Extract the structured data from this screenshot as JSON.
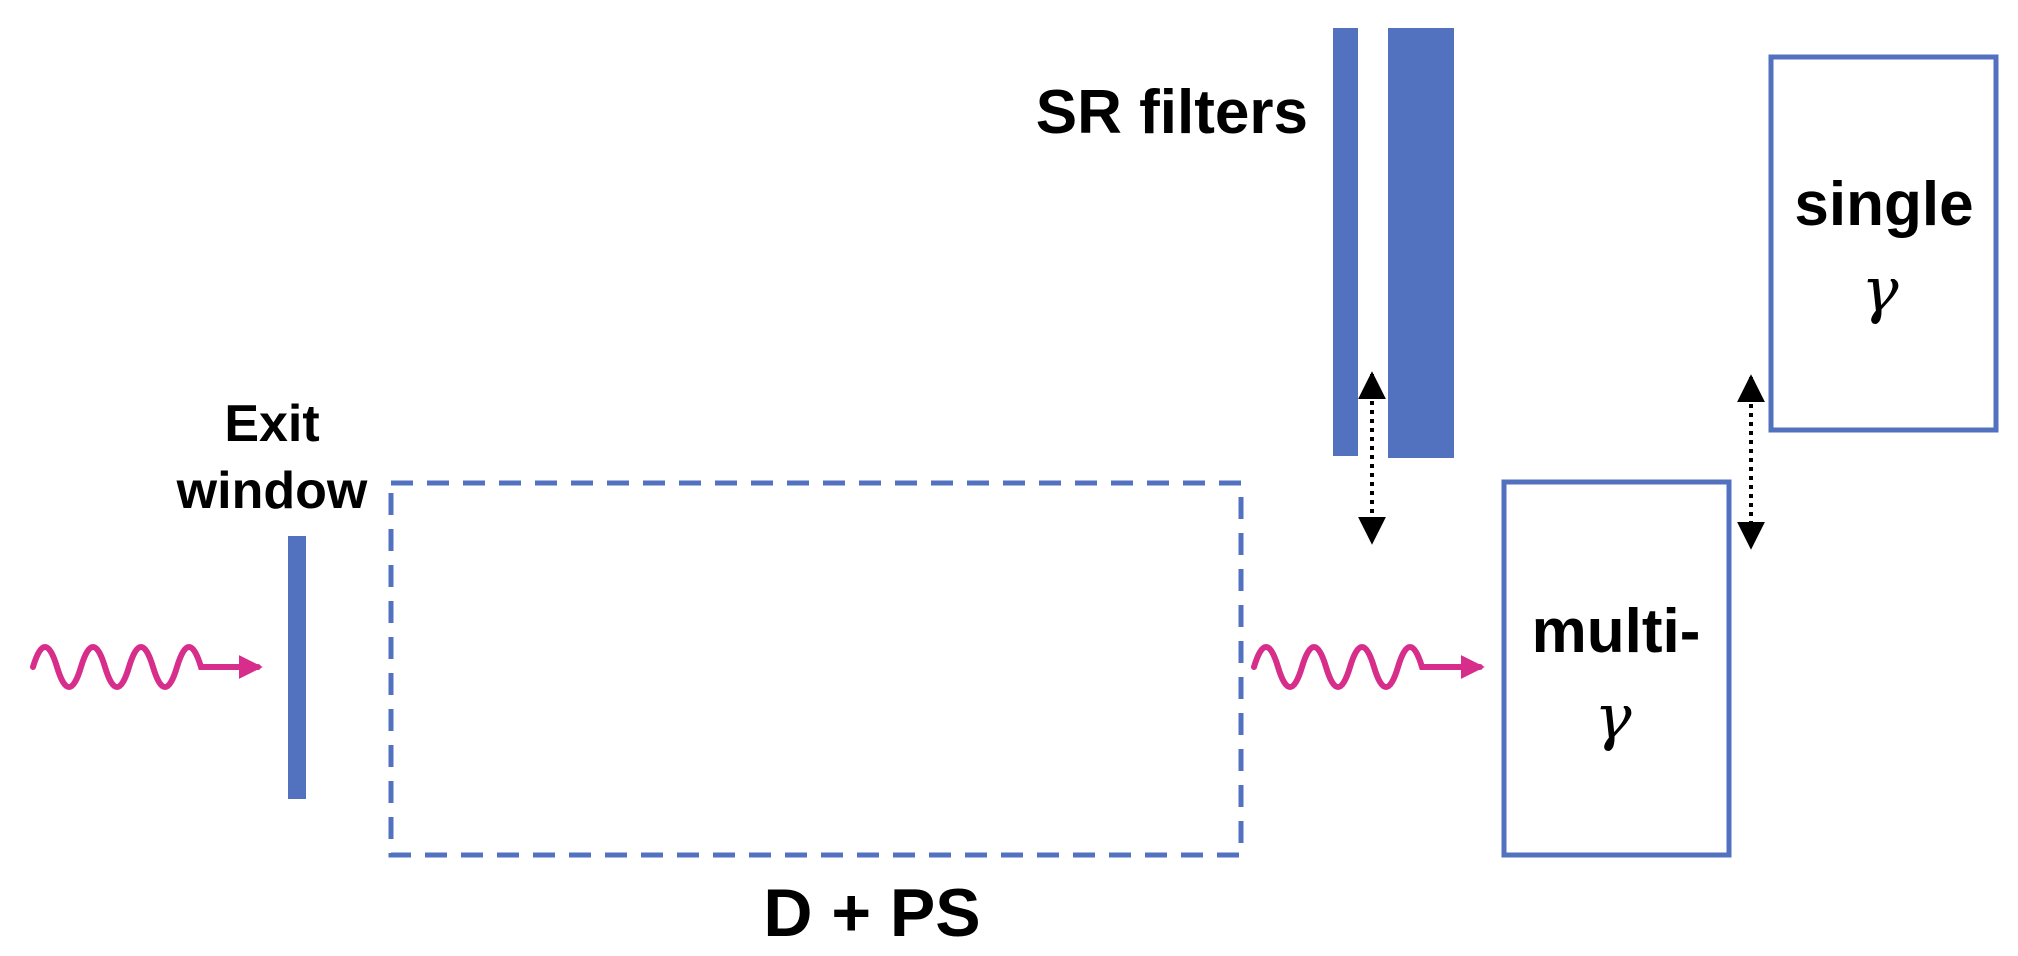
{
  "colors": {
    "component": "#5272C0",
    "beam": "#D62E8A",
    "arrow": "#000000",
    "text": "#000000",
    "background": "#FFFFFF"
  },
  "labels": {
    "exit_window_line1": "Exit",
    "exit_window_line2": "window",
    "region": "D + PS",
    "sr_filters": "SR filters",
    "multi_line1": "multi-",
    "multi_line2": "γ",
    "single_line1": "single",
    "single_line2": "γ"
  },
  "icons": {
    "input_beam": "wavy-arrow-icon",
    "output_beam": "wavy-arrow-icon",
    "filter_motion": "double-headed-dotted-arrow-icon",
    "detector_motion": "double-headed-dotted-arrow-icon"
  }
}
